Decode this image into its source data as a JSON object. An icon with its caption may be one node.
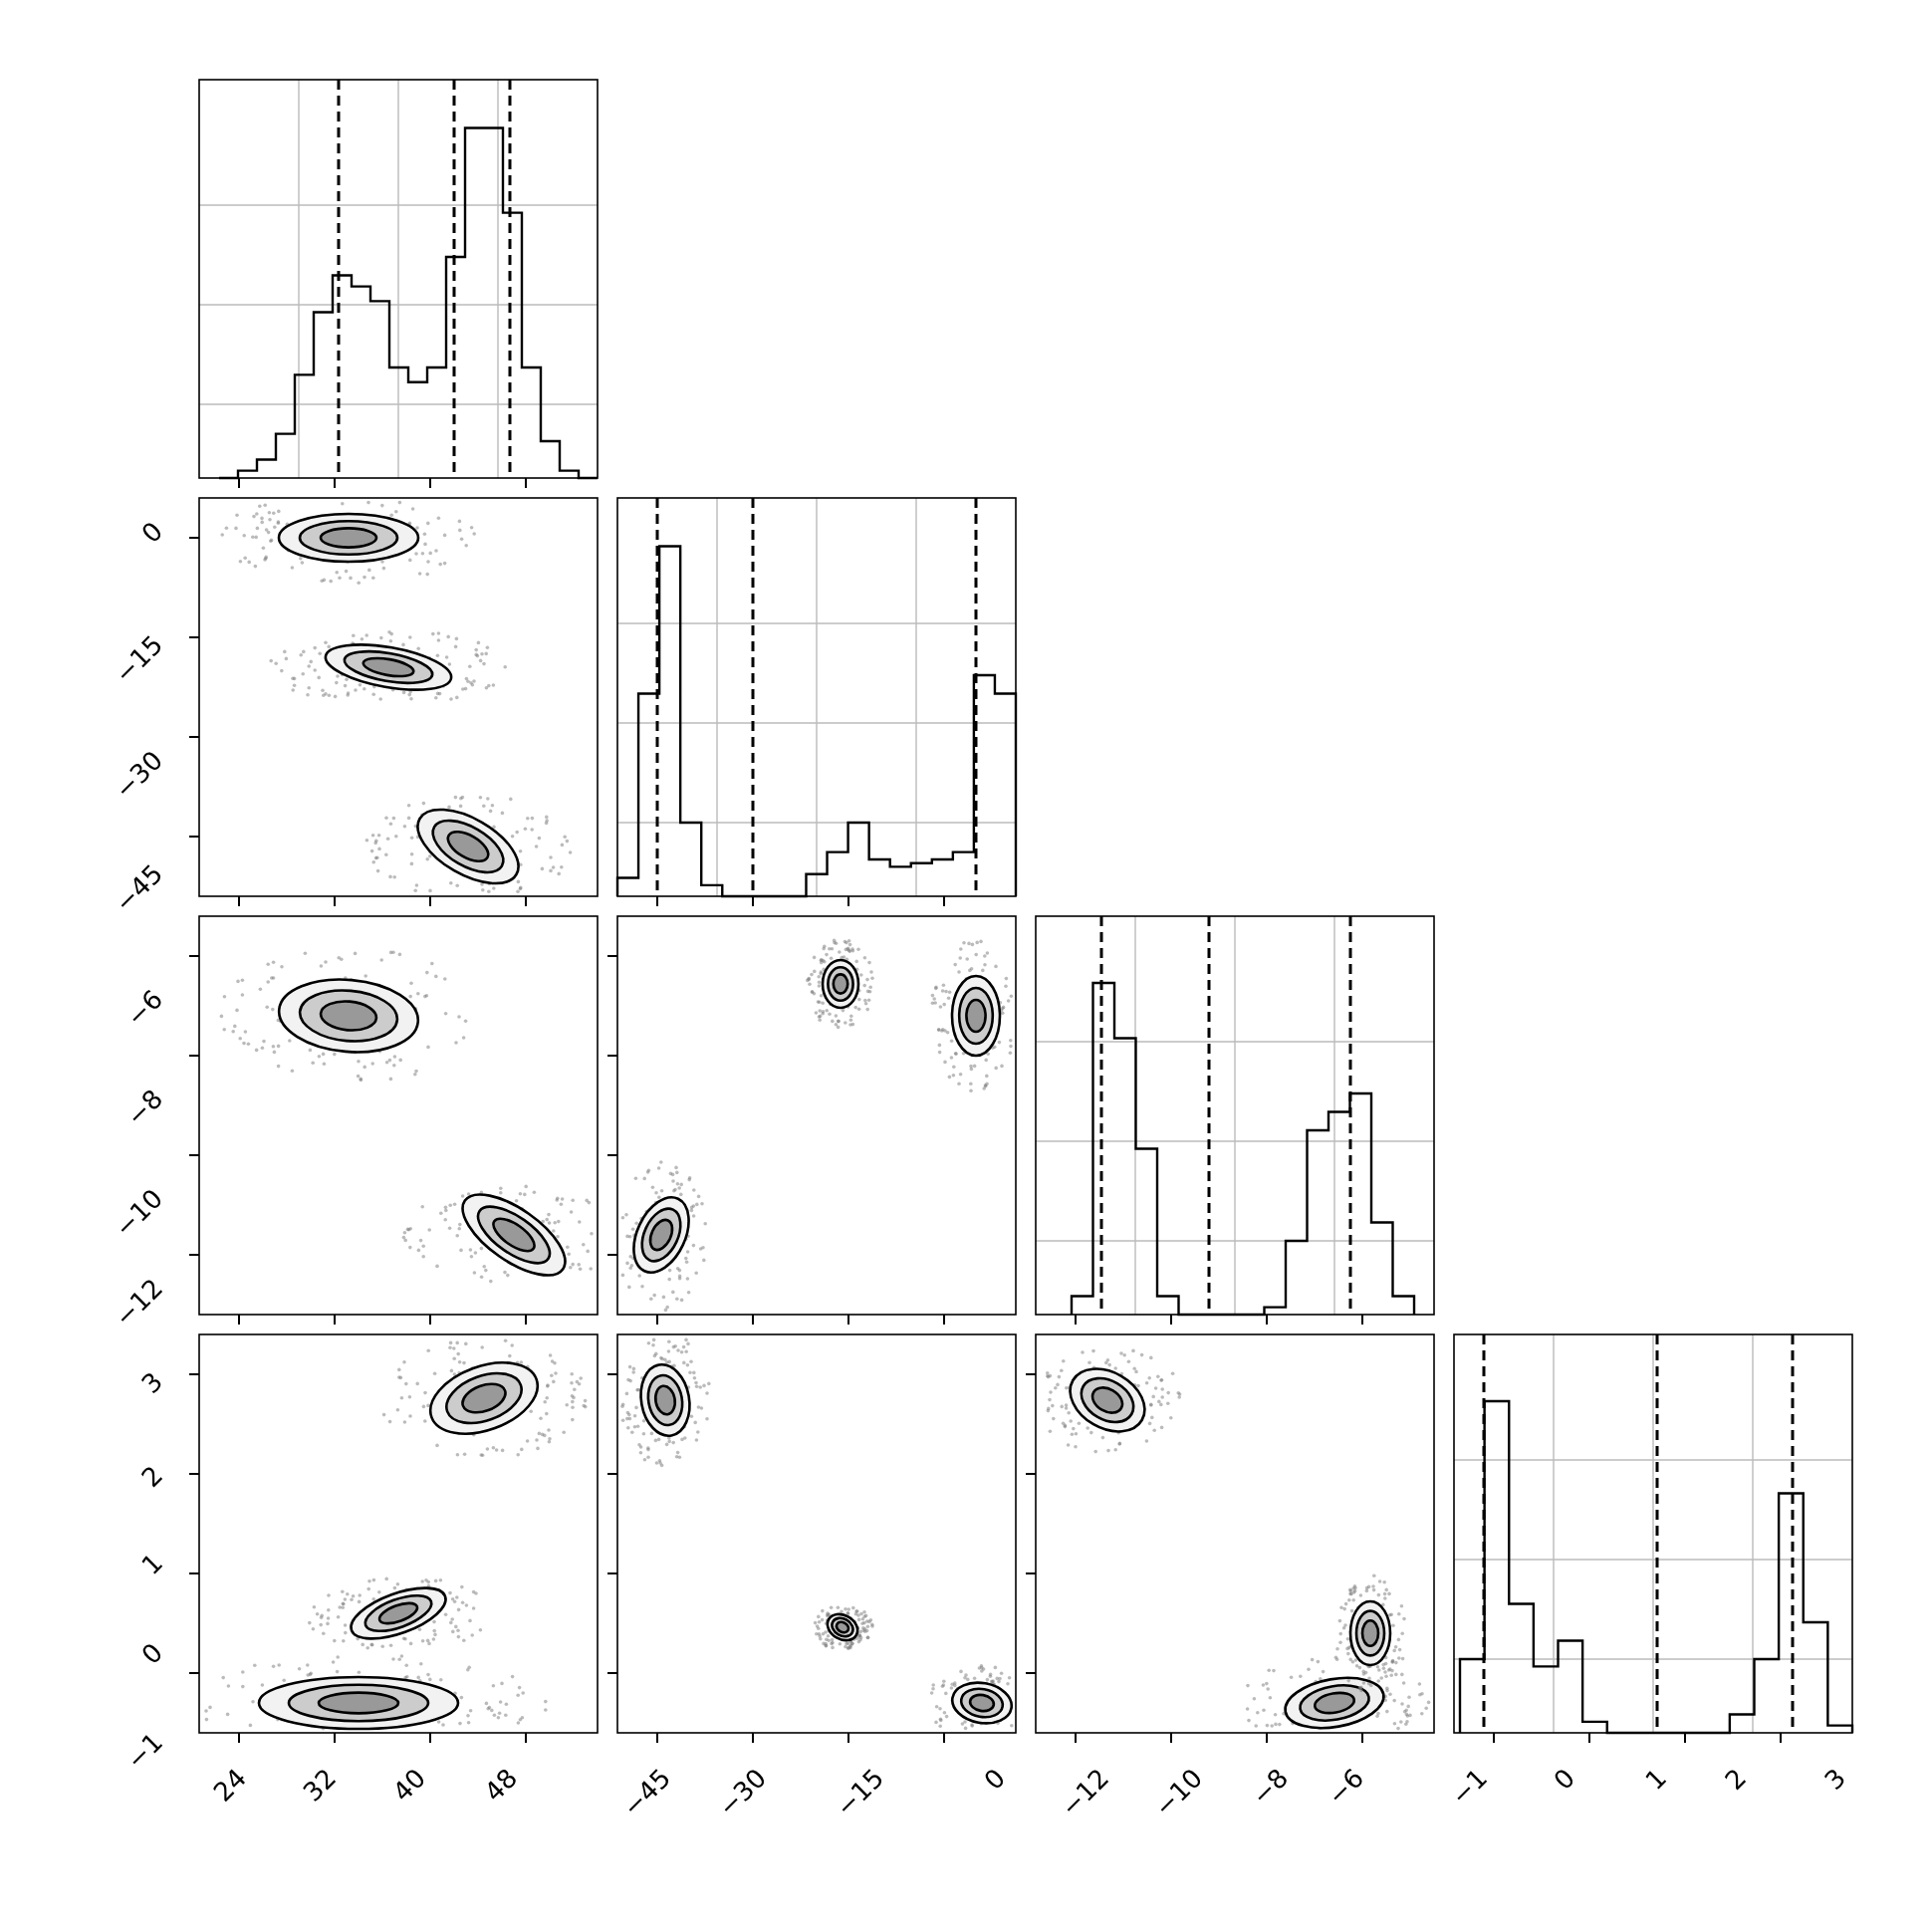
{
  "diagram": {
    "labels": [
      "0",
      "−15",
      "−30",
      "−45",
      "−6",
      "−8",
      "−10",
      "−12",
      "3",
      "2",
      "1",
      "0",
      "−1",
      "24",
      "32",
      "40",
      "48",
      "−45",
      "−30",
      "−15",
      "0",
      "−12",
      "−10",
      "−8",
      "−6",
      "−1",
      "0",
      "1",
      "2",
      "3"
    ]
  }
}
